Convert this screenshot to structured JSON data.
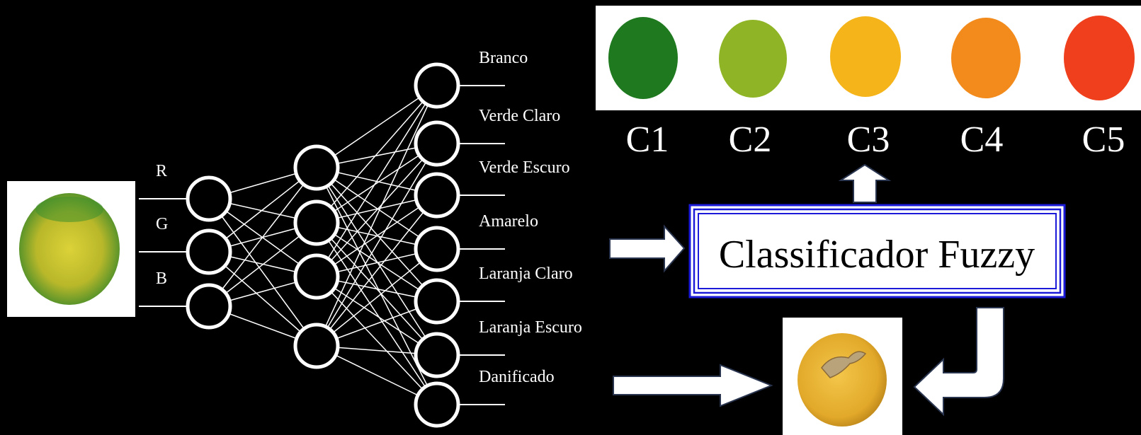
{
  "inputs": [
    "R",
    "G",
    "B"
  ],
  "hidden_count": 4,
  "outputs": [
    "Branco",
    "Verde Claro",
    "Verde Escuro",
    "Amarelo",
    "Laranja Claro",
    "Laranja Escuro",
    "Danificado"
  ],
  "classifier_label": "Classificador Fuzzy",
  "classes": [
    {
      "label": "C1",
      "color": "#1f7a1f"
    },
    {
      "label": "C2",
      "color": "#8fb526"
    },
    {
      "label": "C3",
      "color": "#f5b41a"
    },
    {
      "label": "C4",
      "color": "#f28a1c"
    },
    {
      "label": "C5",
      "color": "#ef3f1c"
    }
  ],
  "colors": {
    "background": "#000000",
    "network": "#ffffff",
    "classifier_border": "#1a1ad8",
    "arrow_fill": "#ffffff",
    "arrow_stroke": "#2a3550"
  }
}
